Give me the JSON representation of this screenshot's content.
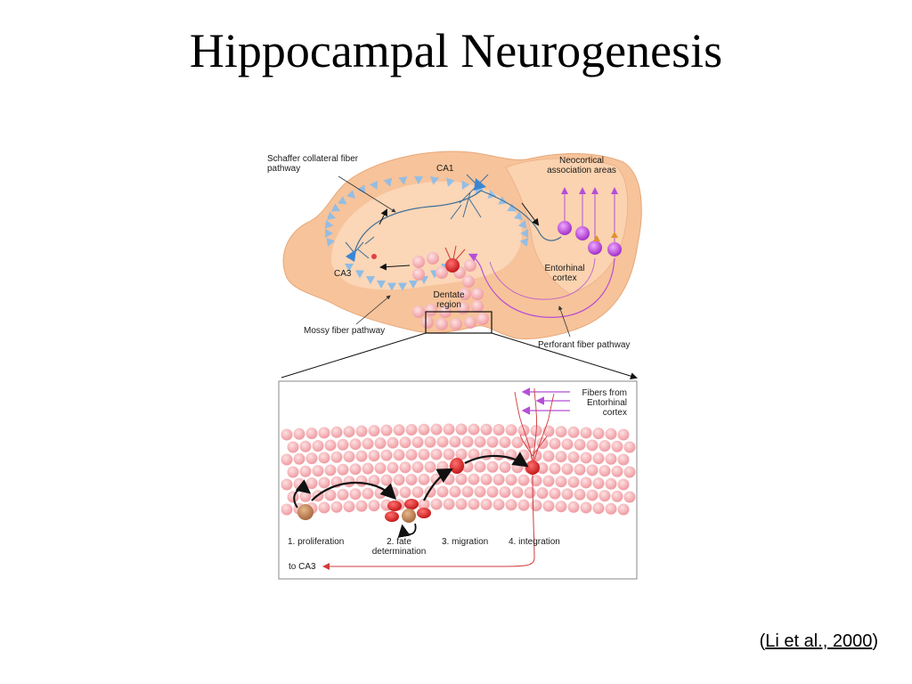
{
  "slide": {
    "title": "Hippocampal Neurogenesis",
    "citation_open": "(",
    "citation_text": "Li et al., 2000",
    "citation_close": ")"
  },
  "brain_labels": {
    "schaffer": "Schaffer collateral fiber\npathway",
    "ca1": "CA1",
    "ca3": "CA3",
    "neocortical": "Neocortical\nassociation areas",
    "entorhinal": "Entorhinal\ncortex",
    "dentate": "Dentate\nregion",
    "mossy": "Mossy fiber pathway",
    "perforant": "Perforant fiber pathway"
  },
  "inset_labels": {
    "fibers": "Fibers from\nEntorhinal\ncortex",
    "step1": "1. proliferation",
    "step2": "2. fate\ndetermination",
    "step3": "3. migration",
    "step4": "4. integration",
    "to_ca3": "to CA3"
  },
  "colors": {
    "brain_fill": "#f7c39a",
    "brain_inner": "#fbd9bc",
    "pyramidal_blue": "#6fa8dc",
    "neuron_red": "#e33030",
    "cell_pink": "#f4a5a8",
    "purple": "#b44fd6",
    "progenitor": "#c08a5e"
  }
}
